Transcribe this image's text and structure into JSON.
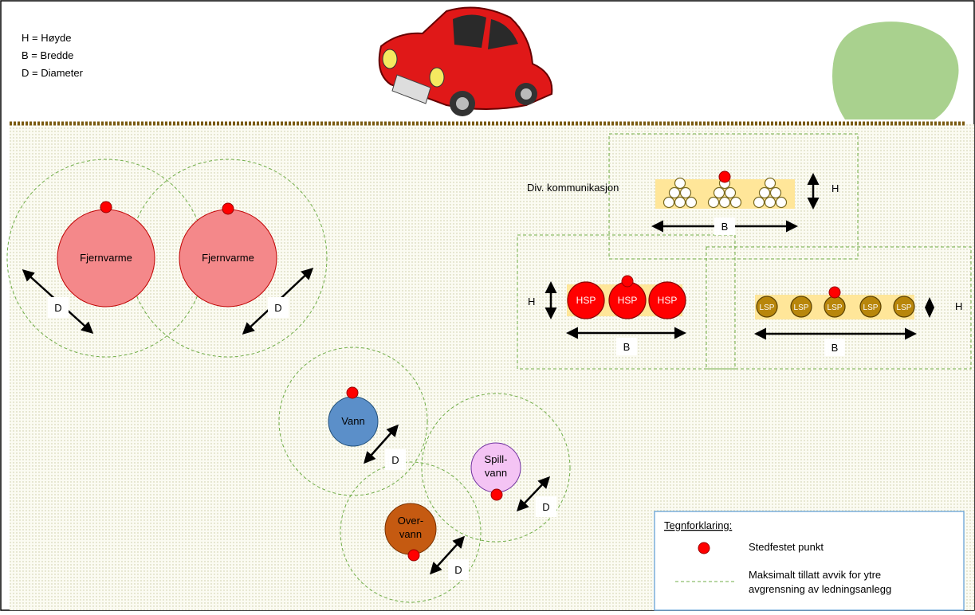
{
  "abbreviations": [
    "H = Høyde",
    "B = Bredde",
    "D = Diameter"
  ],
  "pipes": {
    "fjernvarme_left": "Fjernvarme",
    "fjernvarme_right": "Fjernvarme",
    "vann": "Vann",
    "spillvann": [
      "Spill-",
      "vann"
    ],
    "overvann": [
      "Over-",
      "vann"
    ]
  },
  "cables": {
    "kommunikasjon_label": "Div. kommunikasjon",
    "hsp_label": "HSP",
    "lsp_label": "LSP"
  },
  "dimensions": {
    "height": "H",
    "width": "B",
    "diameter": "D"
  },
  "legend": {
    "title": "Tegnforklaring:",
    "point_label": "Stedfestet punkt",
    "deviation_label_1": "Maksimalt tillatt avvik for ytre",
    "deviation_label_2": "avgrensning av ledningsanlegg"
  },
  "colors": {
    "fjernvarme": "#f4888a",
    "vann": "#5b8fc9",
    "spillvann": "#f4c4f4",
    "overvann": "#c55a11",
    "hsp": "#ff0000",
    "lsp": "#b8860b",
    "point": "#ff0000",
    "ground": "#f4f4e4",
    "tree": "#a9d18e",
    "car": "#e02020",
    "dashed": "#70ad47",
    "band": "#ffe699"
  }
}
